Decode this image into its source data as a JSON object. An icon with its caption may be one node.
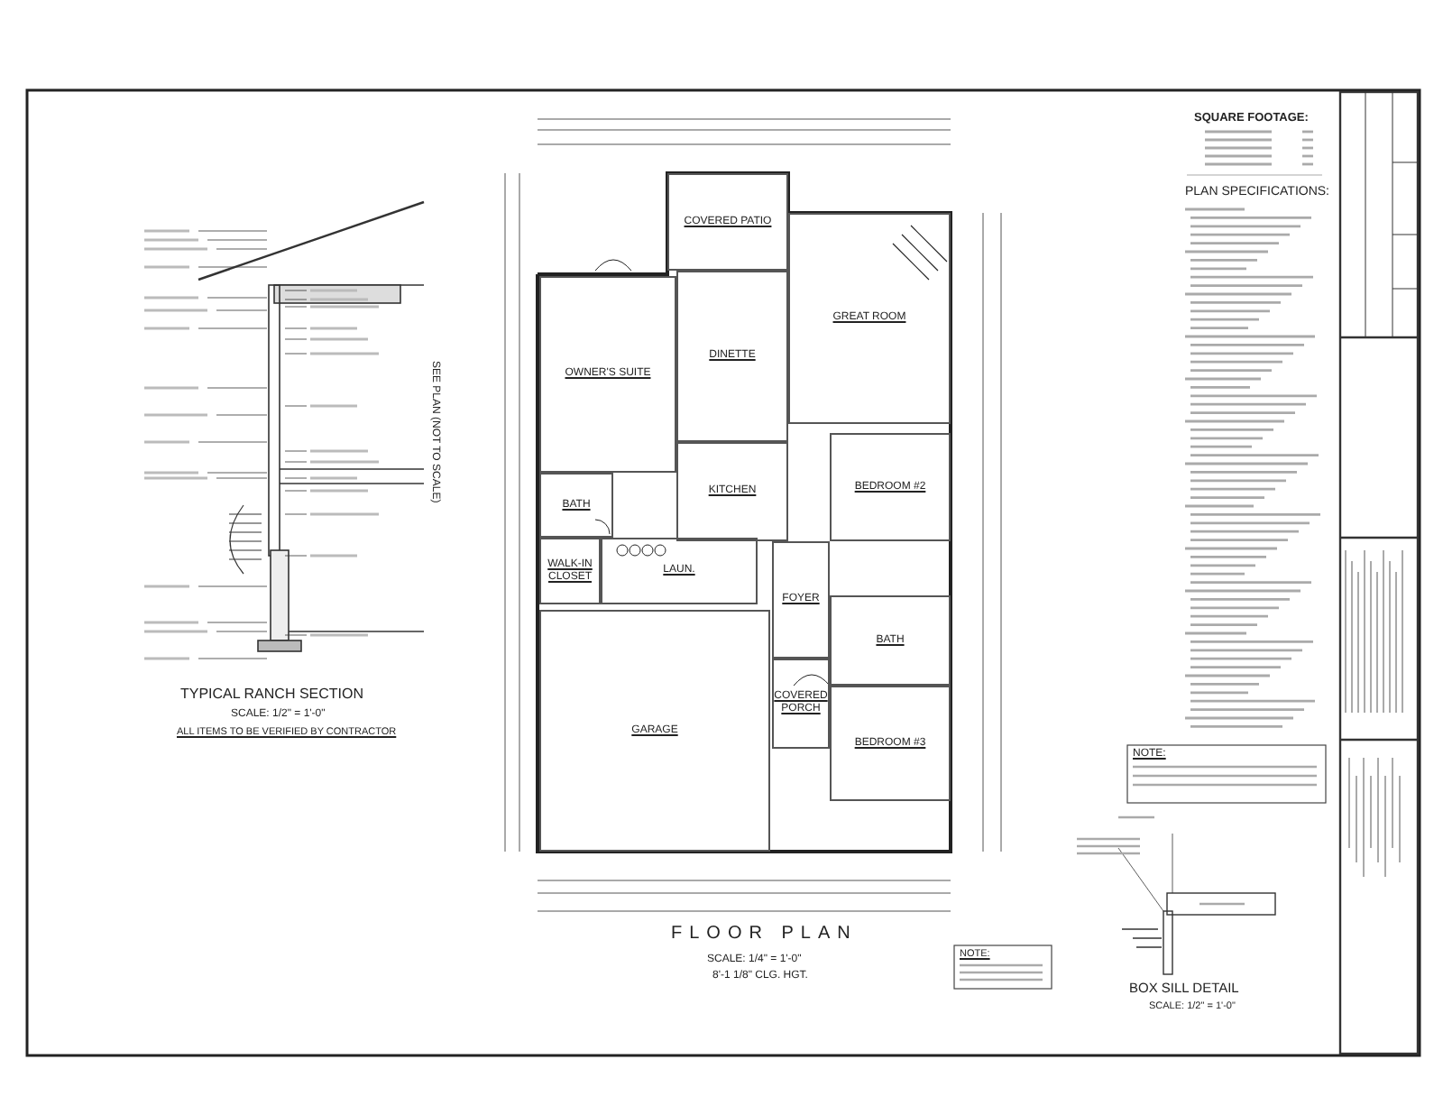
{
  "diagram": {
    "nodes": [
      {
        "text": [
          "COVERED PATIO"
        ]
      },
      {
        "text": [
          "OWNER'S SUITE"
        ]
      },
      {
        "text": [
          "DINETTE"
        ]
      },
      {
        "text": [
          "GREAT ROOM"
        ]
      },
      {
        "text": [
          "BATH"
        ]
      },
      {
        "text": [
          "KITCHEN"
        ]
      },
      {
        "text": [
          "BEDROOM #2"
        ]
      },
      {
        "text": [
          "WALK-IN CLOSET"
        ]
      },
      {
        "text": [
          "LAUN."
        ]
      },
      {
        "text": [
          "FOYER"
        ]
      },
      {
        "text": [
          "BATH"
        ]
      },
      {
        "text": [
          "GARAGE"
        ]
      },
      {
        "text": [
          "COVERED PORCH"
        ]
      },
      {
        "text": [
          "BEDROOM #3"
        ]
      }
    ],
    "labels": [
      "SEE PLAN (NOT TO SCALE)",
      "TYPICAL RANCH SECTION",
      "SCALE: 1/2\" = 1'-0\"",
      "ALL ITEMS TO BE VERIFIED BY CONTRACTOR",
      "FLOOR PLAN",
      "SCALE: 1/4\" = 1'-0\"",
      "8'-1 1/8\" CLG. HGT.",
      "NOTE:",
      "SQUARE FOOTAGE:",
      "PLAN SPECIFICATIONS:",
      "NOTE:",
      "BOX SILL DETAIL",
      "SCALE: 1/2\" = 1'-0\""
    ]
  }
}
